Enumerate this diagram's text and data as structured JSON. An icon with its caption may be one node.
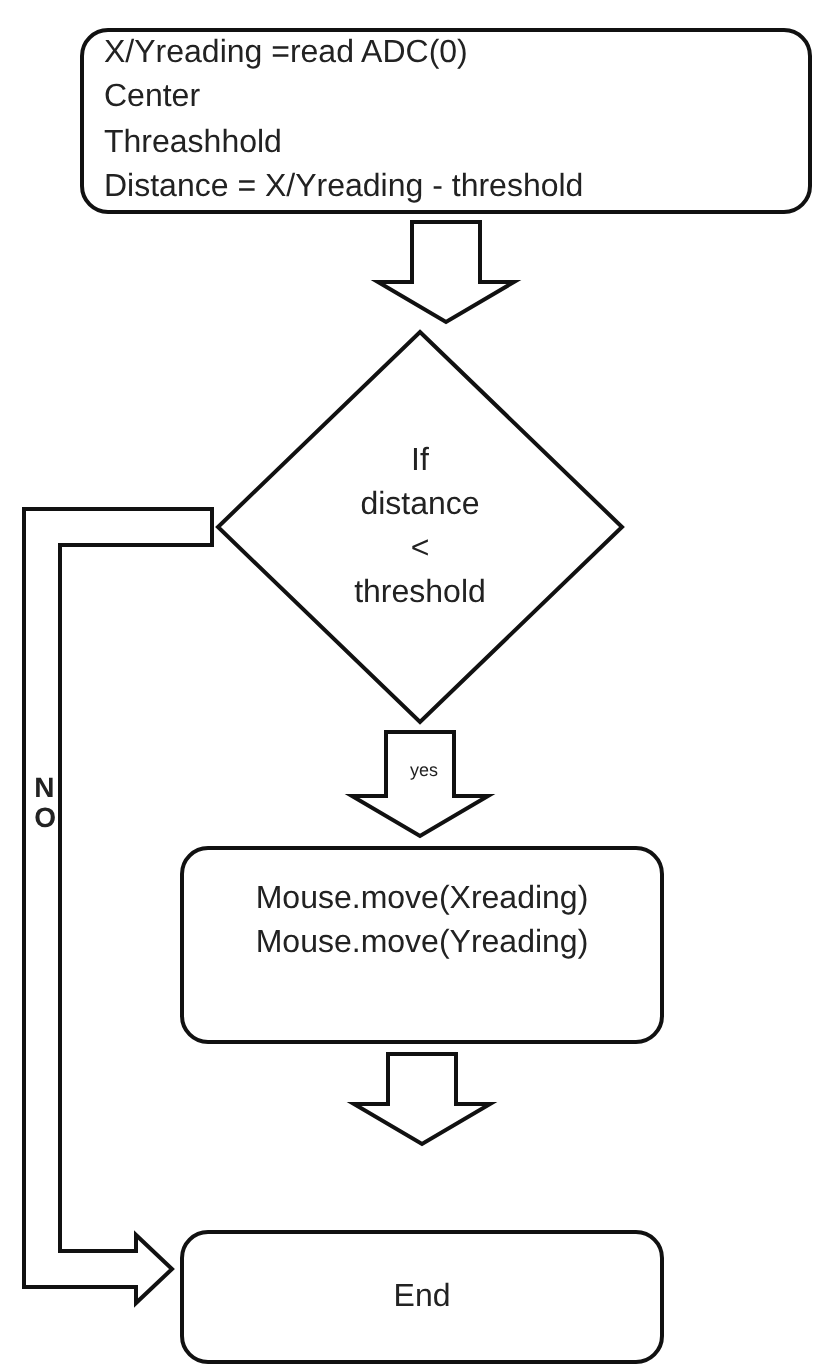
{
  "diagram": {
    "nodes": [
      {
        "text": [
          "X/Yreading =read ADC(0)",
          "Center",
          "Threashhold",
          "Distance = X/Yreading - threshold"
        ]
      },
      {
        "text": [
          "If distance < threshold"
        ]
      },
      {
        "text": [
          "Mouse.move(Xreading)",
          "Mouse.move(Yreading)"
        ]
      },
      {
        "text": [
          "End"
        ]
      }
    ],
    "edges": [
      {
        "from": 0,
        "to": 1,
        "arrow": "to"
      },
      {
        "from": 1,
        "to": 2,
        "arrow": "to",
        "label": "yes"
      },
      {
        "from": 2,
        "to": 3,
        "arrow": "to"
      },
      {
        "from": 1,
        "to": 3,
        "arrow": "to",
        "label": "NO"
      }
    ]
  }
}
